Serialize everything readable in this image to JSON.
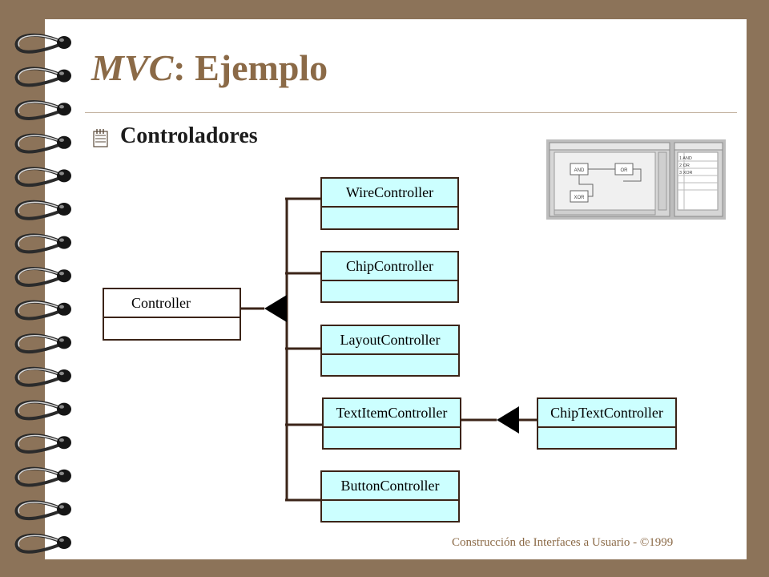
{
  "title": {
    "em": "MVC",
    "rest": ": Ejemplo"
  },
  "bullet": {
    "icon": "notepad-icon",
    "heading": "Controladores"
  },
  "diagram": {
    "base": "Controller",
    "subclasses": [
      "WireController",
      "ChipController",
      "LayoutController",
      "TextItemController",
      "ButtonController"
    ],
    "sub_subclass": "ChipTextController"
  },
  "thumbnail": {
    "gates": [
      "AND",
      "OR",
      "XOR"
    ],
    "list": [
      "1  AND",
      "2  OR",
      "3  XOR"
    ]
  },
  "footer": "Construcción de Interfaces a Usuario - ©1999",
  "colors": {
    "title": "#8b6a47",
    "background": "#8c7359",
    "class_box": "#ccffff",
    "line": "#3b2418"
  }
}
